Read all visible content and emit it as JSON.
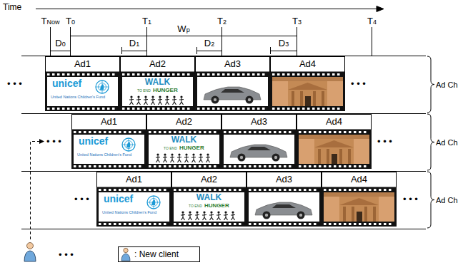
{
  "diagram": {
    "nodes": [
      {
        "text": [
          "Ad Ch"
        ]
      },
      {
        "text": [
          "Ad1",
          "unicef",
          "United Nations Children's Fund"
        ],
        "in": 0
      },
      {
        "text": [
          "Ad2",
          "WALK",
          "TO END",
          "HUNGER"
        ],
        "in": 0
      },
      {
        "text": [
          "Ad3"
        ],
        "in": 0
      },
      {
        "text": [
          "Ad4"
        ],
        "in": 0
      },
      {
        "text": [
          "Ad Ch"
        ]
      },
      {
        "text": [
          "Ad1",
          "unicef",
          "United Nations Children's Fund"
        ],
        "in": 5
      },
      {
        "text": [
          "Ad2",
          "WALK",
          "TO END",
          "HUNGER"
        ],
        "in": 5
      },
      {
        "text": [
          "Ad3"
        ],
        "in": 5
      },
      {
        "text": [
          "Ad4"
        ],
        "in": 5
      },
      {
        "text": [
          "Ad Ch"
        ]
      },
      {
        "text": [
          "Ad1",
          "unicef",
          "United Nations Children's Fund"
        ],
        "in": 10
      },
      {
        "text": [
          "Ad2",
          "WALK",
          "TO END",
          "HUNGER"
        ],
        "in": 10
      },
      {
        "text": [
          "Ad3"
        ],
        "in": 10
      },
      {
        "text": [
          "Ad4"
        ],
        "in": 10
      }
    ],
    "labels": [
      "Time",
      "TNow",
      "T0",
      "T1",
      "T2",
      "T3",
      "T4",
      "Wp",
      "D0",
      "D1",
      "D2",
      "D3",
      "• • •",
      "• • •",
      "• • •",
      "• • •",
      "• • •",
      "• • •",
      "• • •"
    ],
    "legend": [
      {
        "text": ": New client"
      }
    ]
  }
}
